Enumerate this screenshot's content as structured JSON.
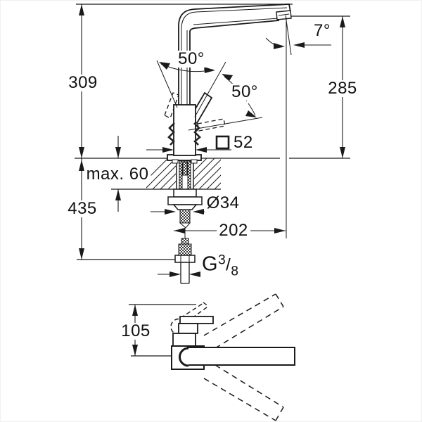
{
  "title": "Kitchen faucet installation dimension drawing",
  "colors": {
    "line": "#1a1a1a",
    "background": "#ffffff"
  },
  "labels": {
    "height_above_deck": "309",
    "spout_outlet_height": "285",
    "spout_tilt_angle": "7°",
    "lever_swing_left": "50°",
    "lever_swing_right": "50°",
    "body_square_size": "52",
    "deck_thickness_max": "max. 60",
    "below_deck_length": "435",
    "hole_diameter": "Ø34",
    "spout_reach": "202",
    "thread_letter": "G",
    "thread_numerator": "3",
    "thread_slash": "/",
    "thread_denominator": "8",
    "front_view_height": "105"
  }
}
